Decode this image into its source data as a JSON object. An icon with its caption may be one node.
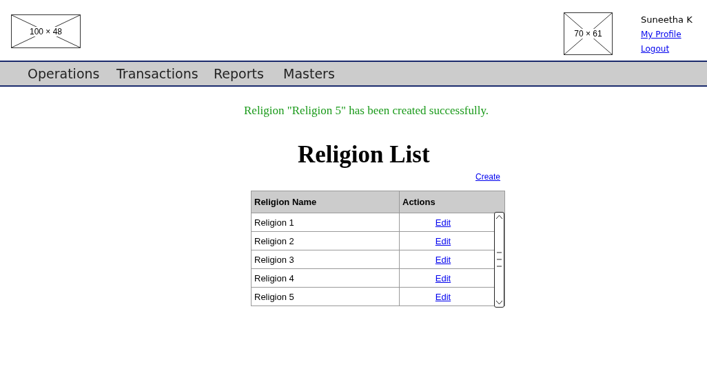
{
  "diagram": {
    "labels": [
      "100 × 48",
      "70 × 61",
      "Suneetha K",
      "My Profile",
      "Logout",
      "Operations",
      "Transactions",
      "Reports",
      "Masters",
      "Religion \"Religion 5\" has been created successfully.",
      "Religion List",
      "Create",
      "Religion Name",
      "Actions",
      "Religion 1",
      "Edit",
      "Religion 2",
      "Edit",
      "Religion 3",
      "Edit",
      "Religion 4",
      "Edit",
      "Religion 5",
      "Edit"
    ]
  }
}
